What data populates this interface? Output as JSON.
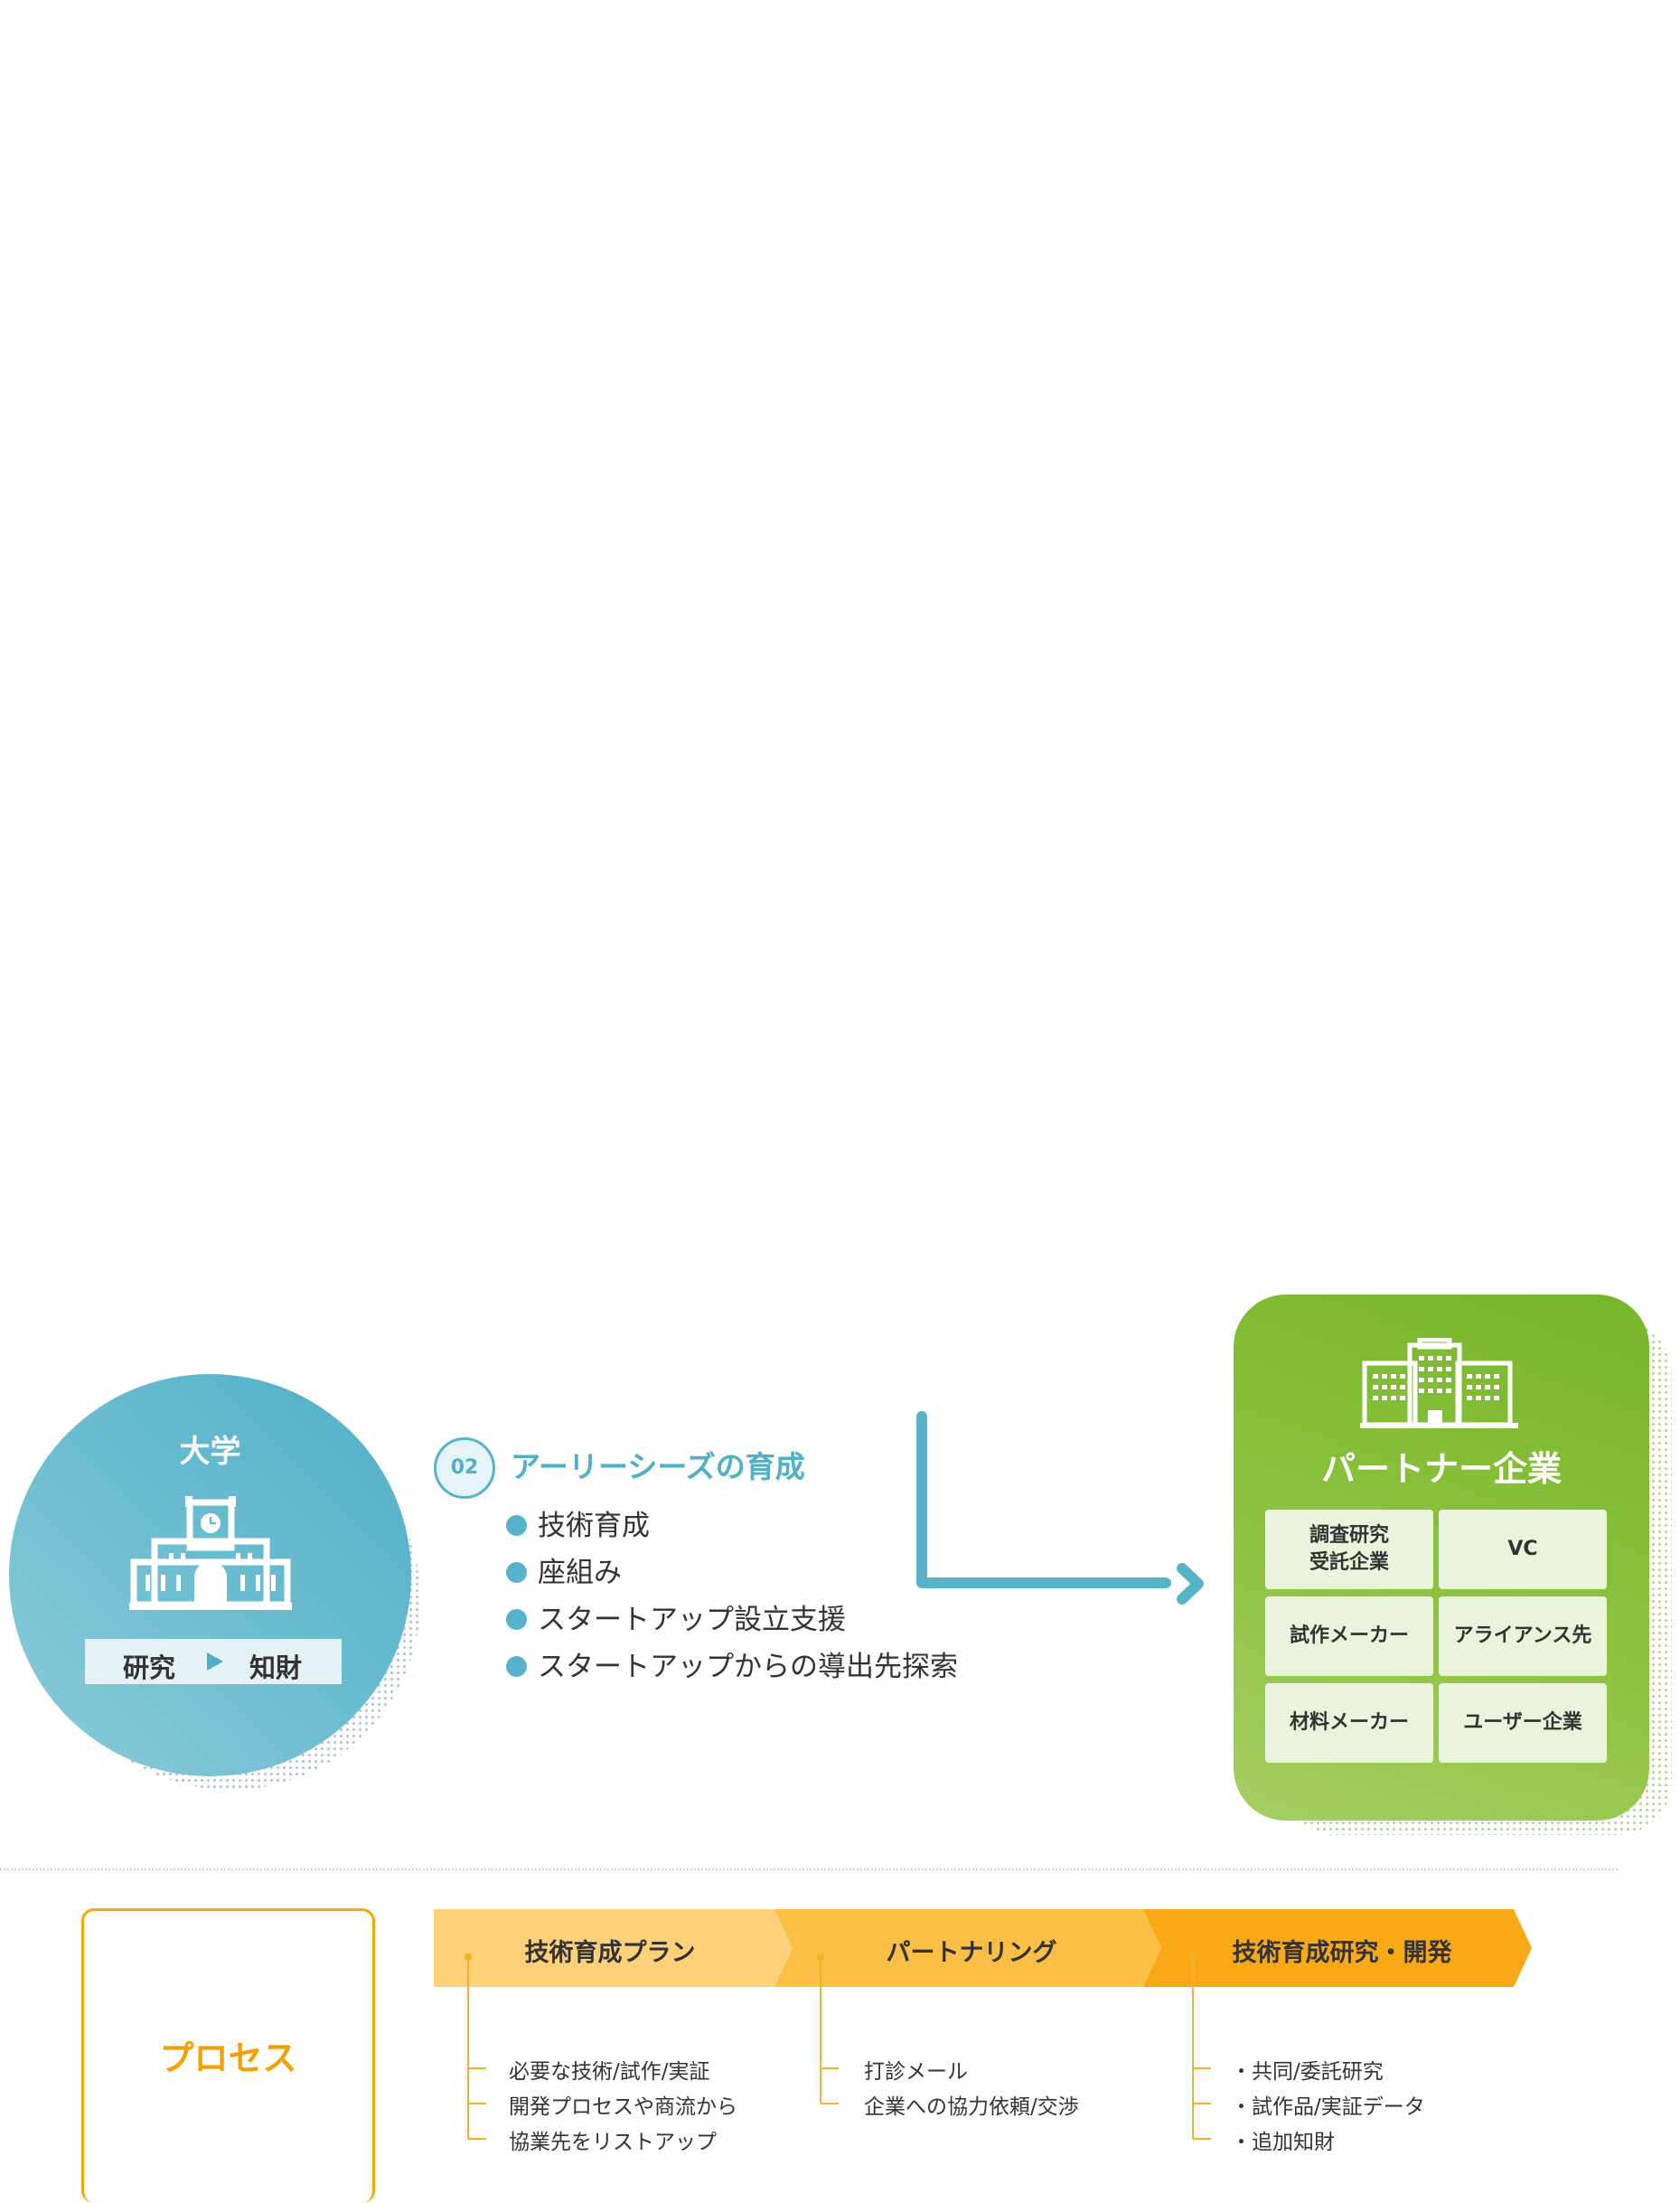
{
  "colors": {
    "teal": "#56b3c8",
    "green": "#82bc34",
    "orange": "#f7a800",
    "chevron_1": "#fdd07a",
    "chevron_2": "#fcbf45",
    "chevron_3": "#f9a915"
  },
  "university": {
    "title": "大学",
    "icon": "university-building-icon",
    "flow_from": "研究",
    "flow_arrow_icon": "triangle-right-icon",
    "flow_to": "知財"
  },
  "early_seeds": {
    "number": "02",
    "title": "アーリーシーズの育成",
    "items": [
      "技術育成",
      "座組み",
      "スタートアップ設立支援",
      "スタートアップからの導出先探索"
    ]
  },
  "partner": {
    "icon": "office-buildings-icon",
    "title": "パートナー企業",
    "cells": [
      [
        "調査研究",
        "受託企業"
      ],
      [
        "VC"
      ],
      [
        "試作メーカー"
      ],
      [
        "アライアンス先"
      ],
      [
        "材料メーカー"
      ],
      [
        "ユーザー企業"
      ]
    ]
  },
  "process": {
    "label": "プロセス",
    "steps": [
      {
        "title": "技術育成プラン",
        "items": [
          "必要な技術/試作/実証",
          "開発プロセスや商流から",
          "協業先をリストアップ"
        ]
      },
      {
        "title": "パートナリング",
        "items": [
          "打診メール",
          "企業への協力依頼/交渉"
        ]
      },
      {
        "title": "技術育成研究・開発",
        "items": [
          "・共同/委託研究",
          "・試作品/実証データ",
          "・追加知財"
        ]
      }
    ]
  }
}
